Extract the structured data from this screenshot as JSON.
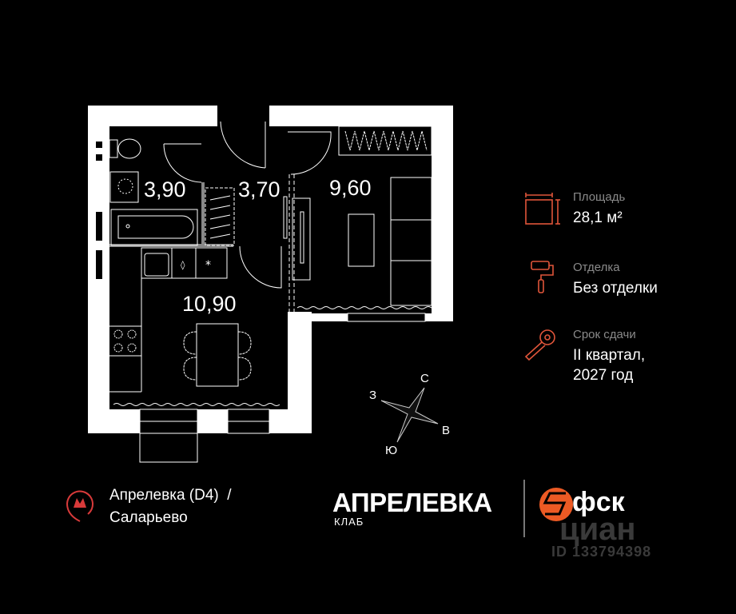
{
  "floor_plan": {
    "rooms": [
      {
        "id": "bathroom",
        "area": "3,90"
      },
      {
        "id": "hallway",
        "area": "3,70"
      },
      {
        "id": "bedroom",
        "area": "9,60"
      },
      {
        "id": "kitchen",
        "area": "10,90"
      }
    ],
    "compass": {
      "north": "С",
      "east": "В",
      "south": "Ю",
      "west": "З"
    }
  },
  "info": {
    "area": {
      "label": "Площадь",
      "value": "28,1 м²",
      "icon": "area-icon"
    },
    "finish": {
      "label": "Отделка",
      "value": "Без отделки",
      "icon": "paint-roller-icon"
    },
    "delivery": {
      "label": "Срок сдачи",
      "value_line1": "II квартал,",
      "value_line2": "2027 год",
      "icon": "key-icon"
    }
  },
  "metro": {
    "icon": "metro-icon",
    "line1": "Апрелевка (D4)  /",
    "line2": "Саларьево"
  },
  "branding": {
    "project_name": "АПРЕЛЕВКА",
    "project_sub": "КЛАБ",
    "developer": "фск",
    "watermark": "циан",
    "watermark_id": "ID 133794398"
  },
  "colors": {
    "background": "#000000",
    "accent": "#e0553a",
    "metro": "#d83a3a",
    "fsk_orange": "#ec5a24",
    "wall": "#ffffff"
  }
}
